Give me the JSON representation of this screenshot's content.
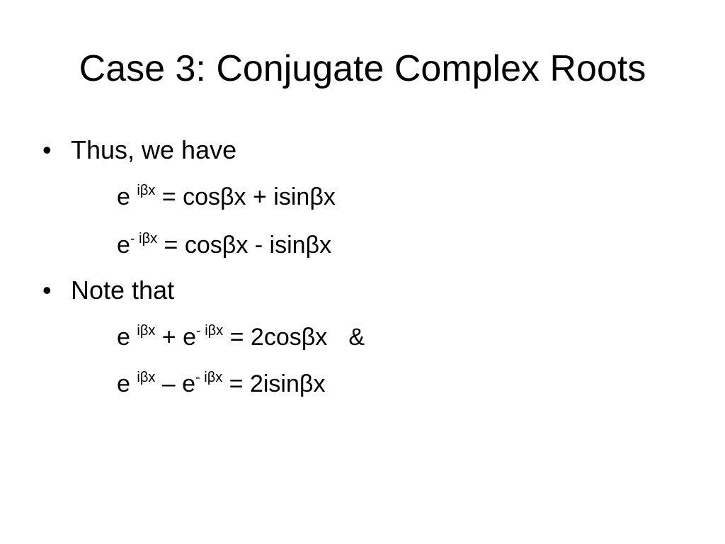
{
  "slide": {
    "title": "Case 3: Conjugate Complex Roots",
    "bullet_char": "•",
    "bullets": [
      {
        "text": "Thus, we have"
      },
      {
        "text": "Note that"
      }
    ],
    "equations": [
      {
        "base": "e",
        "exp": "iβx",
        "rest": "= cosβx + isinβx"
      },
      {
        "base": "e",
        "exp": "- iβx",
        "rest": "= cosβx - isinβx"
      },
      {
        "base1": "e",
        "exp1": "iβx",
        "op": "+ e",
        "exp2": "- iβx",
        "rest": "= 2cosβx",
        "tail": "&"
      },
      {
        "base1": "e",
        "exp1": "iβx",
        "op": "– e",
        "exp2": "- iβx",
        "rest": "= 2isinβx"
      }
    ]
  }
}
